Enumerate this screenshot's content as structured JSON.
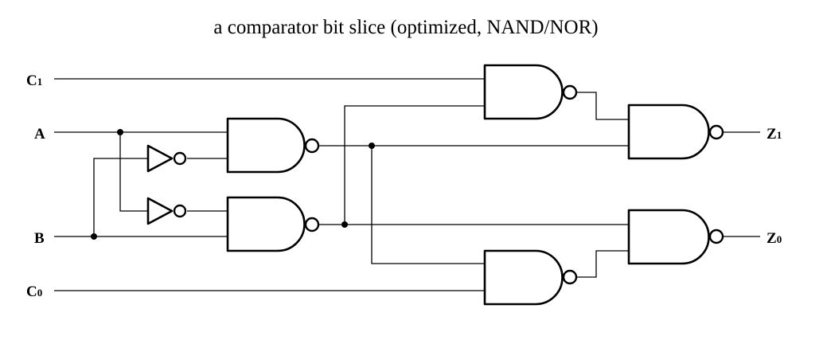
{
  "title": "a comparator bit slice (optimized, NAND/NOR)",
  "inputs": {
    "c1": {
      "main": "C",
      "sub": "1"
    },
    "a": {
      "main": "A"
    },
    "b": {
      "main": "B"
    },
    "c0": {
      "main": "C",
      "sub": "0"
    }
  },
  "outputs": {
    "z1": {
      "main": "Z",
      "sub": "1"
    },
    "z0": {
      "main": "Z",
      "sub": "0"
    }
  }
}
